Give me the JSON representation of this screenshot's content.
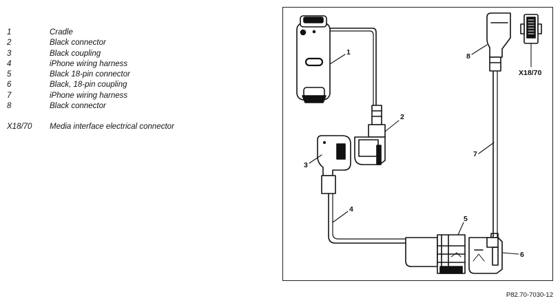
{
  "legend": [
    {
      "num": "1",
      "text": "Cradle"
    },
    {
      "num": "2",
      "text": "Black connector"
    },
    {
      "num": "3",
      "text": "Black coupling"
    },
    {
      "num": "4",
      "text": "iPhone wiring harness"
    },
    {
      "num": "5",
      "text": "Black 18-pin connector"
    },
    {
      "num": "6",
      "text": "Black, 18-pin coupling"
    },
    {
      "num": "7",
      "text": "iPhone wiring harness"
    },
    {
      "num": "8",
      "text": "Black connector"
    },
    {
      "num": "X18/70",
      "text": "Media interface electrical connector"
    }
  ],
  "callouts": {
    "c1": "1",
    "c2": "2",
    "c3": "3",
    "c4": "4",
    "c5": "5",
    "c6": "6",
    "c7": "7",
    "c8": "8",
    "cx": "X18/70"
  },
  "figure_code": "P82.70-7030-12"
}
